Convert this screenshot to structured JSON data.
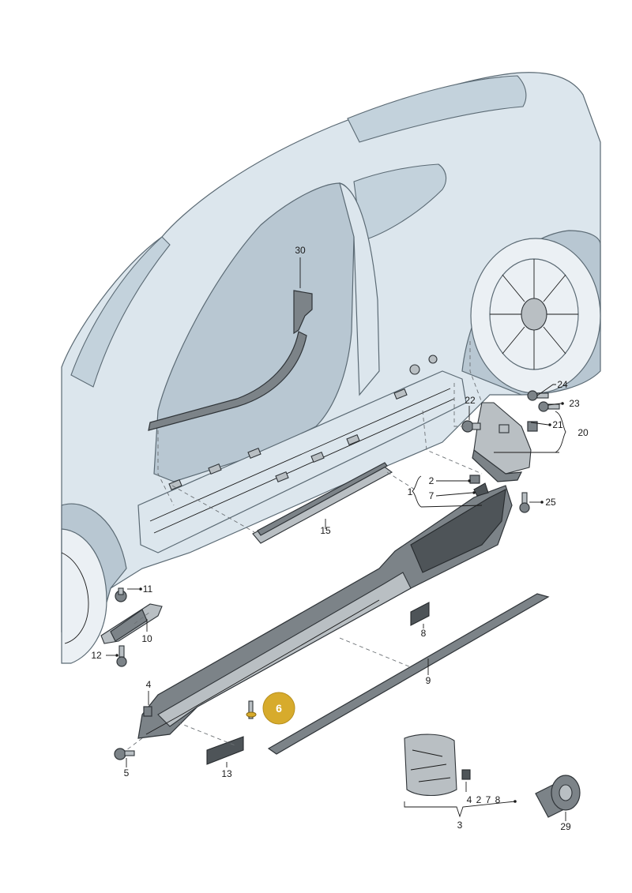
{
  "diagram": {
    "labels": {
      "p1": "1",
      "p2": "2",
      "p3": "3",
      "p4a": "4",
      "p4b": "4",
      "p5": "5",
      "p6": "6",
      "p7": "7",
      "p8": "8",
      "p9": "9",
      "p10": "10",
      "p11": "11",
      "p12": "12",
      "p13": "13",
      "p15": "15",
      "p20": "20",
      "p21": "21",
      "p22": "22",
      "p23": "23",
      "p24": "24",
      "p25": "25",
      "p29": "29",
      "p30": "30",
      "kit": "4  2  7  8"
    },
    "colors": {
      "highlight": "#d7ab2c",
      "body": "#dce6ed",
      "line": "#1a1a1a"
    }
  }
}
